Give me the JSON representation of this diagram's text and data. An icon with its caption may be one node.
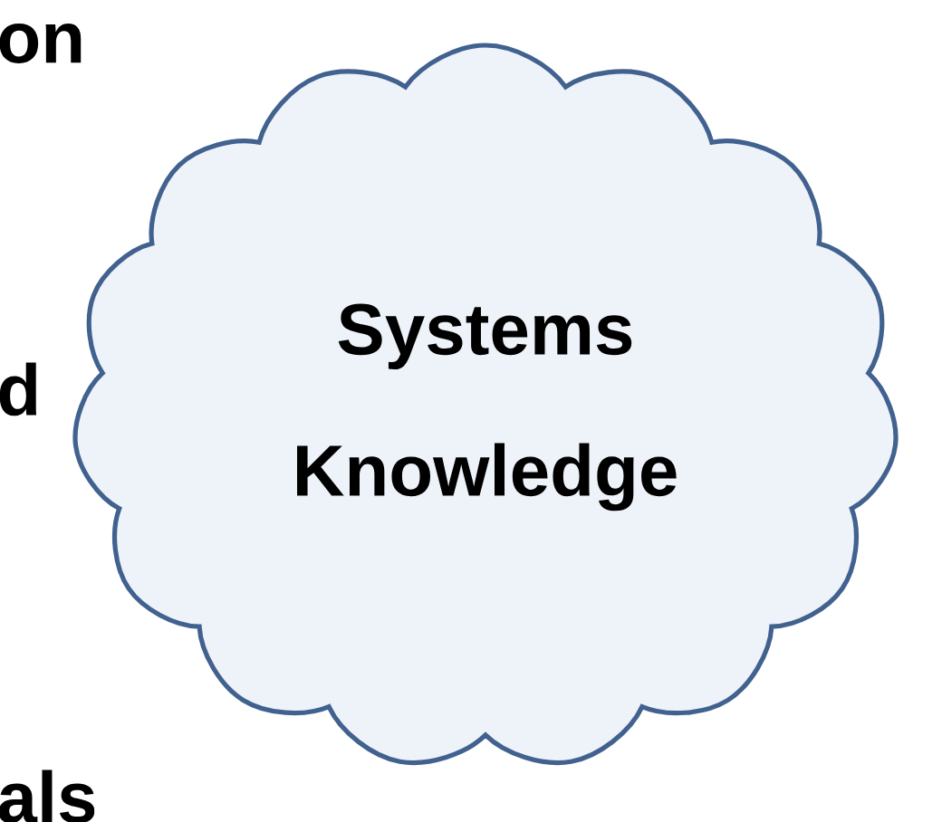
{
  "diagram": {
    "nodes": [
      {
        "text": [
          "Systems",
          "Knowledge"
        ]
      }
    ],
    "labels": [
      "on",
      "d",
      "als"
    ]
  }
}
